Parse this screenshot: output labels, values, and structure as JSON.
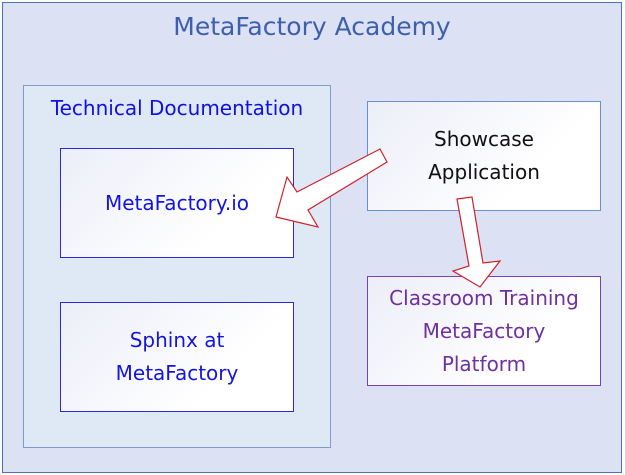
{
  "diagram": {
    "title": "MetaFactory Academy",
    "groups": [
      {
        "id": "technical-documentation",
        "title": "Technical Documentation",
        "items": [
          {
            "id": "metafactory-io",
            "lines": [
              "MetaFactory.io"
            ]
          },
          {
            "id": "sphinx",
            "lines": [
              "Sphinx at",
              "MetaFactory"
            ]
          }
        ]
      }
    ],
    "nodes": [
      {
        "id": "showcase",
        "lines": [
          "Showcase",
          "Application"
        ]
      },
      {
        "id": "classroom",
        "lines": [
          "Classroom Training",
          "MetaFactory",
          "Platform"
        ]
      }
    ],
    "edges": [
      {
        "from": "showcase",
        "to": "metafactory-io"
      },
      {
        "from": "showcase",
        "to": "classroom"
      }
    ],
    "colors": {
      "outer_fill": "#dce1f3",
      "outer_border": "#4a72b8",
      "group_fill": "#dfe8f5",
      "doc_text": "#1414e0",
      "classroom_text": "#7030a0",
      "arrow_stroke": "#d0202a",
      "arrow_fill": "#ffffff"
    }
  }
}
